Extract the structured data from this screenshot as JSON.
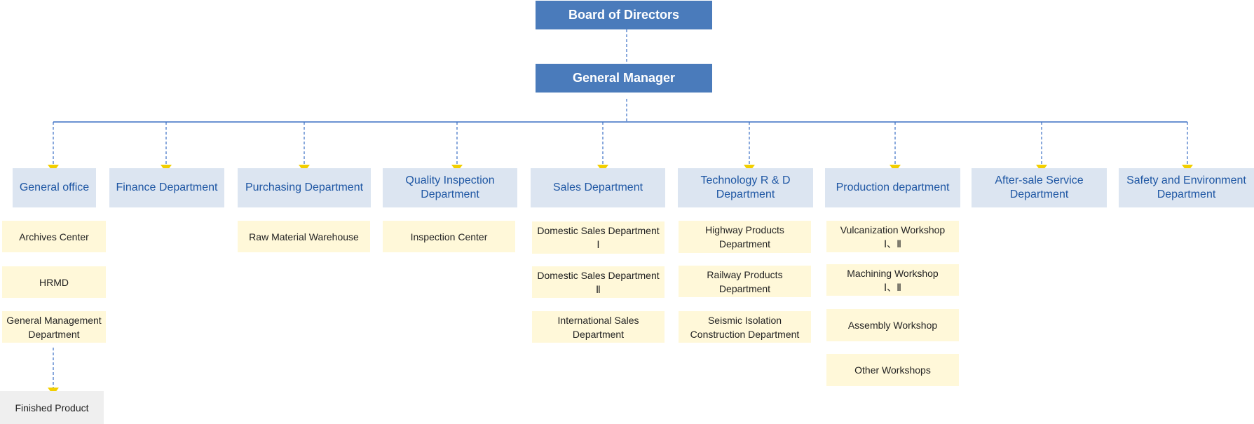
{
  "board": "Board of Directors",
  "manager": "General Manager",
  "departments": [
    {
      "label": "General office",
      "subs": [
        "Archives Center",
        "HRMD",
        "General Management\nDepartment"
      ]
    },
    {
      "label": "Finance Department",
      "subs": []
    },
    {
      "label": "Purchasing Department",
      "subs": [
        "Raw Material Warehouse"
      ]
    },
    {
      "label": "Quality Inspection\nDepartment",
      "subs": [
        "Inspection Center"
      ]
    },
    {
      "label": "Sales Department",
      "subs": [
        "Domestic Sales Department\nⅠ",
        "Domestic Sales Department\nⅡ",
        "International Sales\nDepartment"
      ]
    },
    {
      "label": "Technology R & D\nDepartment",
      "subs": [
        "Highway Products\nDepartment",
        "Railway Products\nDepartment",
        "Seismic Isolation\nConstruction Department"
      ]
    },
    {
      "label": "Production department",
      "subs": [
        "Vulcanization Workshop\nⅠ、Ⅱ",
        "Machining Workshop\nⅠ、Ⅱ",
        "Assembly Workshop",
        "Other Workshops"
      ]
    },
    {
      "label": "After-sale Service\nDepartment",
      "subs": []
    },
    {
      "label": "Safety and Environment\nDepartment",
      "subs": []
    }
  ],
  "finished": "Finished Product",
  "colors": {
    "top": "#4a7bbb",
    "dept": "#dce5f1",
    "sub": "#fff8d9",
    "line": "#3a6fc4",
    "arrow": "#f2cf00"
  }
}
